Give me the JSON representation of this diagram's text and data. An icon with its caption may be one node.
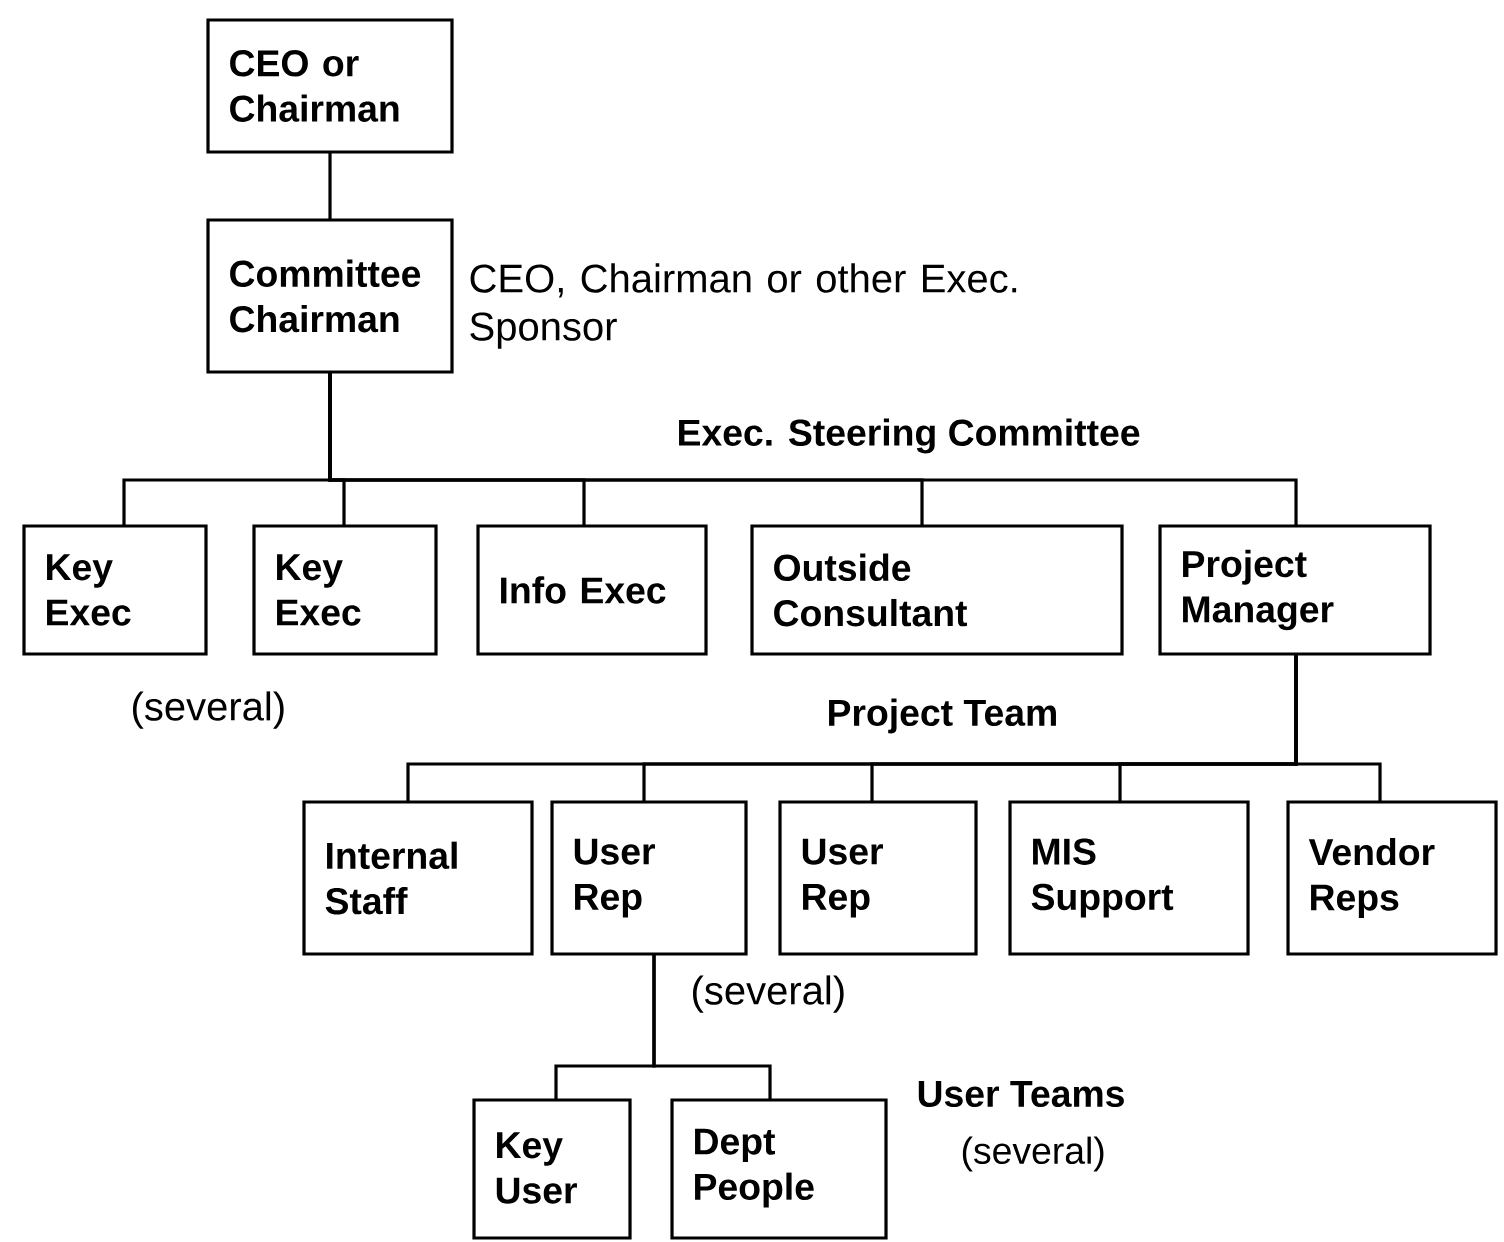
{
  "diagram": {
    "nodes": [
      {
        "text": [
          "CEO or Chairman"
        ]
      },
      {
        "text": [
          "Committee Chairman"
        ],
        "beside": [
          "CEO, Chairman or other Exec. Sponsor"
        ]
      },
      {
        "text": [
          "Key Exec"
        ],
        "beside": [
          "(several)"
        ]
      },
      {
        "text": [
          "Key Exec"
        ]
      },
      {
        "text": [
          "Info Exec"
        ]
      },
      {
        "text": [
          "Outside Consultant"
        ]
      },
      {
        "text": [
          "Project Manager"
        ]
      },
      {
        "text": [
          "Internal Staff"
        ]
      },
      {
        "text": [
          "User Rep"
        ],
        "beside": [
          "(several)"
        ]
      },
      {
        "text": [
          "User Rep"
        ]
      },
      {
        "text": [
          "MIS Support"
        ]
      },
      {
        "text": [
          "Vendor Reps"
        ]
      },
      {
        "text": [
          "Key User"
        ]
      },
      {
        "text": [
          "Dept People"
        ]
      }
    ],
    "edges": [
      {
        "from": 0,
        "to": 1,
        "arrow": "none"
      },
      {
        "from": 1,
        "to": 2,
        "arrow": "none"
      },
      {
        "from": 1,
        "to": 3,
        "arrow": "none"
      },
      {
        "from": 1,
        "to": 4,
        "arrow": "none"
      },
      {
        "from": 1,
        "to": 5,
        "arrow": "none"
      },
      {
        "from": 1,
        "to": 6,
        "arrow": "none"
      },
      {
        "from": 6,
        "to": 7,
        "arrow": "none"
      },
      {
        "from": 6,
        "to": 8,
        "arrow": "none"
      },
      {
        "from": 6,
        "to": 9,
        "arrow": "none"
      },
      {
        "from": 6,
        "to": 10,
        "arrow": "none"
      },
      {
        "from": 6,
        "to": 11,
        "arrow": "none"
      },
      {
        "from": 8,
        "to": 12,
        "arrow": "none"
      },
      {
        "from": 8,
        "to": 13,
        "arrow": "none"
      }
    ],
    "labels": [
      "Exec. Steering Committee",
      "Project Team",
      "User Teams",
      "(several)"
    ]
  }
}
